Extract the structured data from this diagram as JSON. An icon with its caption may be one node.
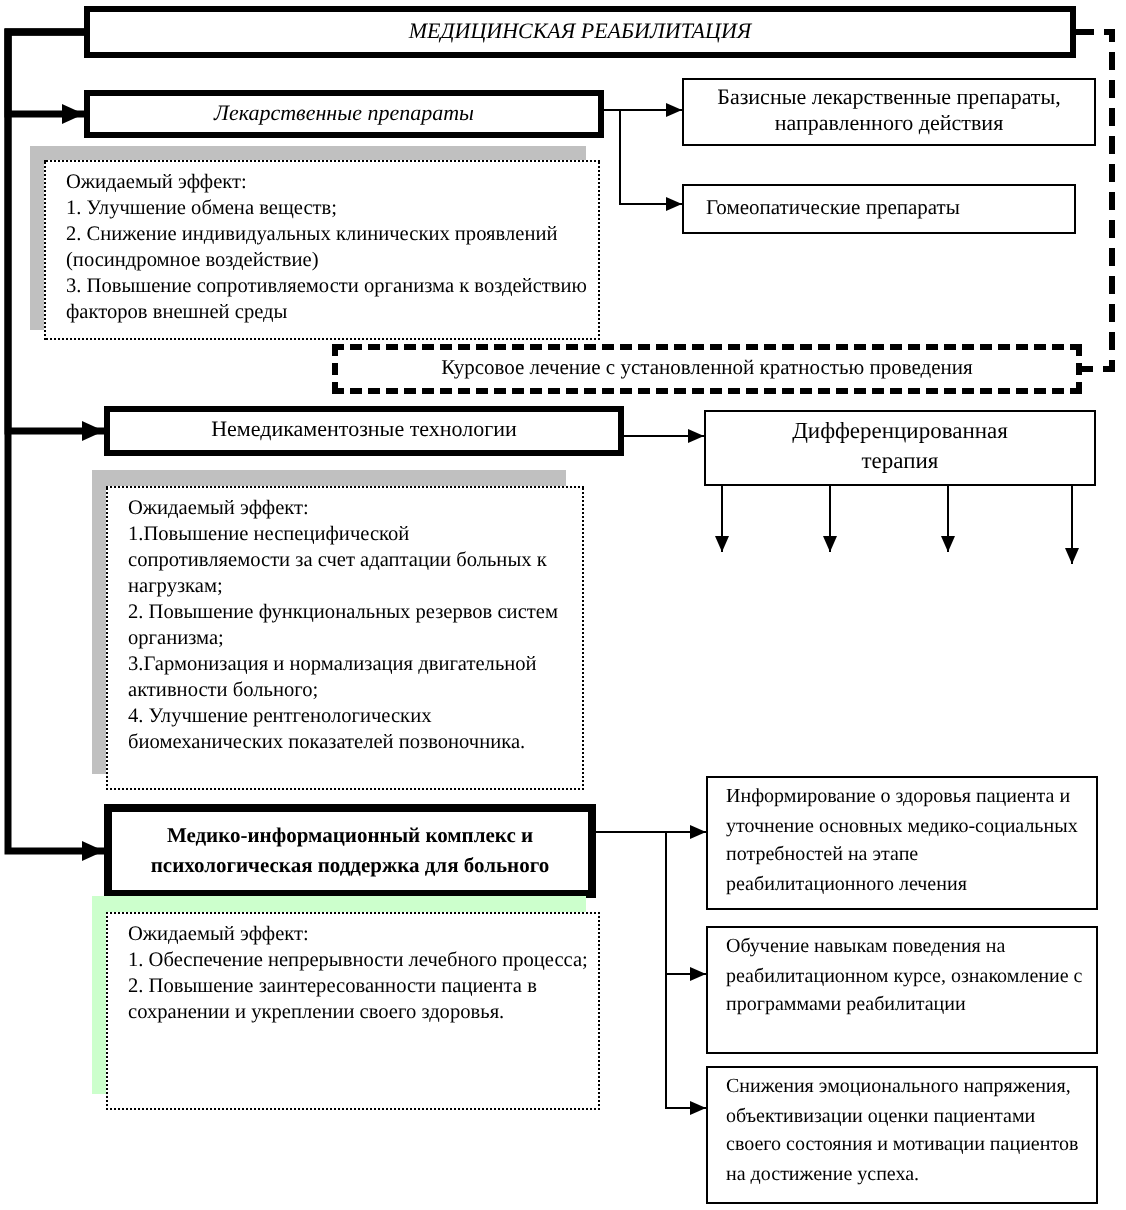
{
  "diagram": {
    "nodes": [
      {
        "text": [
          "МЕДИЦИНСКАЯ РЕАБИЛИТАЦИЯ"
        ]
      },
      {
        "text": [
          "Лекарственные препараты"
        ]
      },
      {
        "text": [
          "Базисные лекарственные препараты, направленного действия"
        ]
      },
      {
        "text": [
          "Гомеопатические препараты"
        ]
      },
      {
        "text": [
          "Ожидаемый эффект:",
          "1. Улучшение обмена веществ;",
          "2. Снижение индивидуальных клинических проявлений (посиндромное воздействие)",
          "3. Повышение сопротивляемости организма к воздействию факторов внешней среды"
        ]
      },
      {
        "text": [
          "Курсовое лечение с установленной кратностью проведения"
        ]
      },
      {
        "text": [
          "Немедикаментозные технологии"
        ]
      },
      {
        "text": [
          "Дифференцированная терапия"
        ]
      },
      {
        "text": [
          "Ожидаемый эффект:",
          "1.Повышение неспецифической сопротивляемости за счет адаптации больных к нагрузкам;",
          "2. Повышение функциональных резервов систем организма;",
          "3.Гармонизация и нормализация двигательной активности больного;",
          "4. Улучшение рентгенологических биомеханических показателей позвоночника."
        ]
      },
      {
        "text": [
          "Медико-информационный комплекс и психологическая поддержка для больного"
        ]
      },
      {
        "text": [
          "Ожидаемый эффект:",
          "1. Обеспечение непрерывности лечебного процесса;",
          "2. Повышение заинтересованности пациента в сохранении и укреплении своего здоровья."
        ]
      },
      {
        "text": [
          "Информирование о здоровья пациента и уточнение основных медико-социальных потребностей на этапе реабилитационного лечения"
        ]
      },
      {
        "text": [
          "Обучение навыкам поведения на реабилитационном курсе, ознакомление с программами реабилитации"
        ]
      },
      {
        "text": [
          "Снижения эмоционального напряжения, объективизации оценки пациентами своего состояния и мотивации пациентов на достижение успеха."
        ]
      }
    ],
    "edges": [
      {
        "from": 0,
        "to": 1,
        "arrow": "to",
        "style": "thick"
      },
      {
        "from": 0,
        "to": 6,
        "arrow": "to",
        "style": "thick"
      },
      {
        "from": 0,
        "to": 9,
        "arrow": "to",
        "style": "thick"
      },
      {
        "from": 0,
        "to": 5,
        "arrow": "none",
        "style": "dashed"
      },
      {
        "from": 1,
        "to": 2,
        "arrow": "to"
      },
      {
        "from": 1,
        "to": 3,
        "arrow": "to"
      },
      {
        "from": 6,
        "to": 7,
        "arrow": "to"
      },
      {
        "from": 7,
        "to": null,
        "arrow": "to"
      },
      {
        "from": 7,
        "to": null,
        "arrow": "to"
      },
      {
        "from": 7,
        "to": null,
        "arrow": "to"
      },
      {
        "from": 7,
        "to": null,
        "arrow": "to"
      },
      {
        "from": 9,
        "to": 11,
        "arrow": "to"
      },
      {
        "from": 9,
        "to": 12,
        "arrow": "to"
      },
      {
        "from": 9,
        "to": 13,
        "arrow": "to"
      }
    ]
  }
}
